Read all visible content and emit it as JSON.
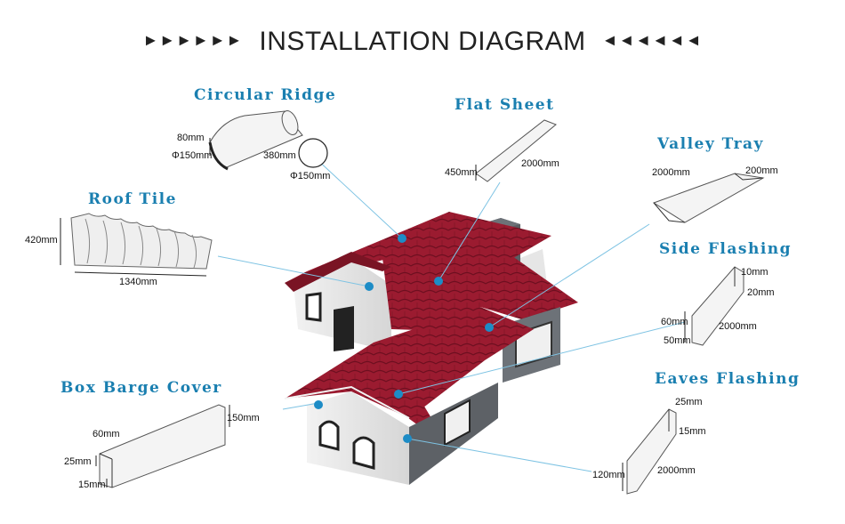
{
  "title": "INSTALLATION DIAGRAM",
  "title_arrows_left": "►►►►►►",
  "title_arrows_right": "◄◄◄◄◄◄",
  "accent_color": "#1a7fb0",
  "roof_color": "#9b1b30",
  "parts": {
    "circular_ridge": {
      "label": "Circular Ridge",
      "dims": [
        "80mm",
        "Φ150mm",
        "380mm",
        "Φ150mm"
      ]
    },
    "flat_sheet": {
      "label": "Flat Sheet",
      "dims": [
        "450mm",
        "2000mm"
      ]
    },
    "valley_tray": {
      "label": "Valley Tray",
      "dims": [
        "2000mm",
        "200mm"
      ]
    },
    "roof_tile": {
      "label": "Roof Tile",
      "dims": [
        "420mm",
        "1340mm"
      ]
    },
    "side_flashing": {
      "label": "Side Flashing",
      "dims": [
        "10mm",
        "20mm",
        "60mm",
        "50mm",
        "2000mm"
      ]
    },
    "box_barge_cover": {
      "label": "Box Barge Cover",
      "dims": [
        "150mm",
        "60mm",
        "25mm",
        "15mm"
      ]
    },
    "eaves_flashing": {
      "label": "Eaves Flashing",
      "dims": [
        "25mm",
        "15mm",
        "120mm",
        "2000mm"
      ]
    }
  }
}
